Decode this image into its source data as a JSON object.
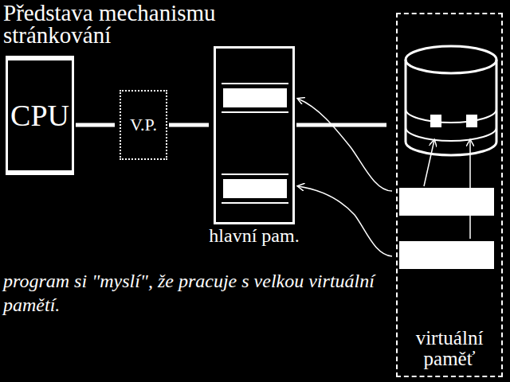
{
  "diagram": {
    "title": "Představa mechanismu stránkování",
    "nodes": [
      {
        "text": [
          "CPU"
        ]
      },
      {
        "text": [
          "V.P."
        ]
      },
      {
        "text": [
          "hlavní pam."
        ]
      },
      {
        "text": [
          "virtuální paměť"
        ]
      }
    ],
    "edges": [
      {
        "from": 0,
        "to": 1,
        "arrow": "none"
      },
      {
        "from": 1,
        "to": 2,
        "arrow": "none"
      },
      {
        "from": 2,
        "to": 3,
        "arrow": "none"
      }
    ],
    "labels": [
      "program si \"myslí\", že pracuje s velkou virtuální pamětí."
    ]
  }
}
